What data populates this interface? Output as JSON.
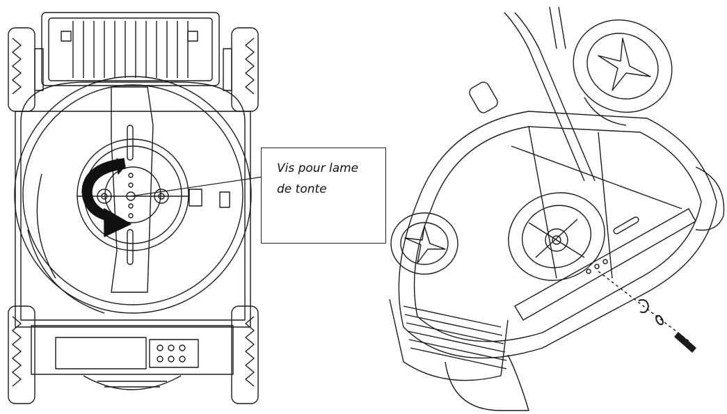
{
  "callout": {
    "label_line1": "Vis pour lame",
    "label_line2": "de tonte"
  },
  "views": [
    {
      "name": "underside-view-of-mower-with-blade"
    },
    {
      "name": "tilted-mower-with-exploded-blade-bolt"
    }
  ],
  "colors": {
    "line": "#1a1a1a",
    "arrow": "#111111",
    "background": "#ffffff"
  }
}
